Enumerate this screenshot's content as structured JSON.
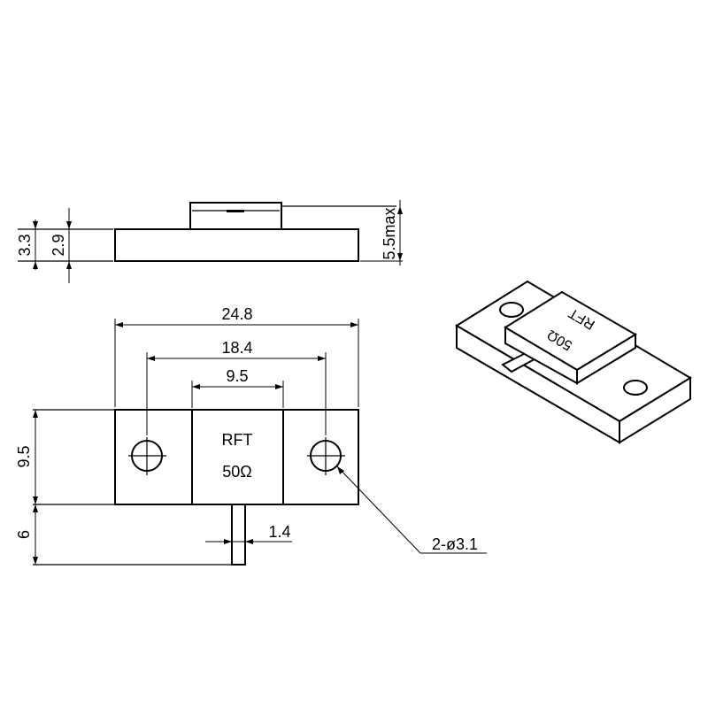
{
  "dimensions": {
    "overall_length": "24.8",
    "hole_spacing": "18.4",
    "body_width": "9.5",
    "base_height": "9.5",
    "tab_length": "6",
    "tab_width": "1.4",
    "holes": "2-ø3.1",
    "total_height": "3.3",
    "flange_height": "2.9",
    "max_height": "5.5max"
  },
  "part_label": {
    "line1": "RFT",
    "line2": "50Ω"
  },
  "iso_label": {
    "line1": "RFT",
    "line2": "50Ω"
  }
}
